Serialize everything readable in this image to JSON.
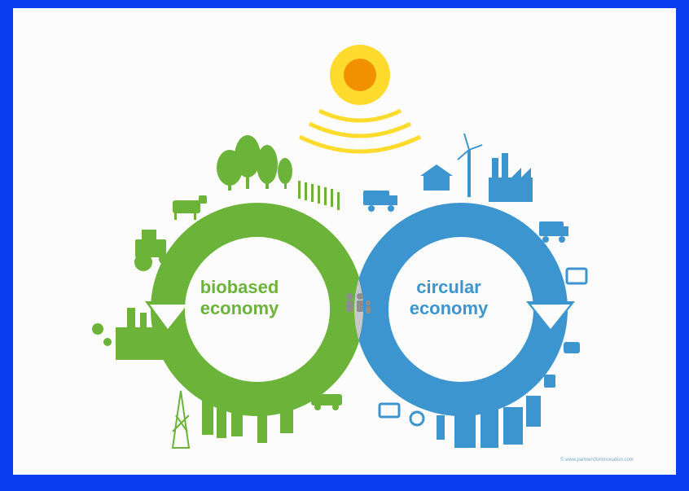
{
  "diagram": {
    "left_ring": {
      "line1": "biobased",
      "line2": "economy"
    },
    "right_ring": {
      "line1": "circular",
      "line2": "economy"
    },
    "credit": "© www.partnersforinnovation.com",
    "colors": {
      "green": "#6cb33a",
      "blue": "#3d95cf",
      "sun_outer": "#ffdb2e",
      "sun_inner": "#f29100",
      "overlap": "#c8c8c8",
      "frame": "#0a3cf0"
    },
    "icons": [
      "sun-icon",
      "tree-icon",
      "cow-icon",
      "tractor-icon",
      "factory-icon",
      "oil-rig-icon",
      "people-icon",
      "wind-turbine-icon",
      "truck-icon",
      "house-icon",
      "building-icon",
      "recycle-icon",
      "tv-icon",
      "car-icon"
    ]
  }
}
